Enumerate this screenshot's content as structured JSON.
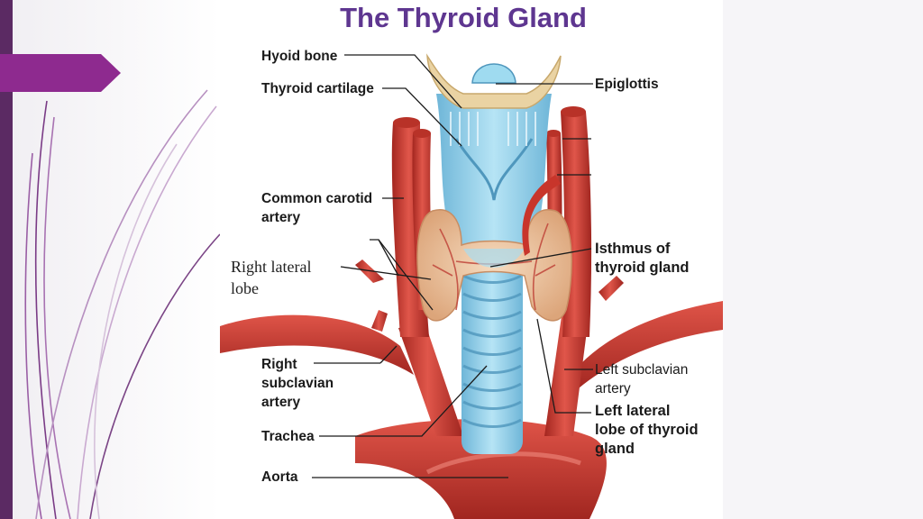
{
  "title": "The Thyroid Gland",
  "labels": {
    "hyoid_bone": "Hyoid bone",
    "thyroid_cartilage": "Thyroid cartilage",
    "common_carotid": [
      "Common carotid",
      "artery"
    ],
    "right_lateral_lobe": [
      "Right lateral",
      "lobe"
    ],
    "right_subclavian": [
      "Right",
      "subclavian",
      "artery"
    ],
    "trachea": "Trachea",
    "aorta": "Aorta",
    "epiglottis": "Epiglottis",
    "isthmus": [
      "Isthmus of",
      "thyroid gland"
    ],
    "left_subclavian": [
      "Left subclavian",
      "artery"
    ],
    "left_lateral_lobe": [
      "Left lateral",
      "lobe of thyroid",
      "gland"
    ]
  },
  "colors": {
    "title": "#5e3690",
    "accent_purple": "#8e2a8f",
    "dark_purple": "#5b2a63",
    "artery_red": "#c8352b",
    "trachea_blue": "#8fd0ea",
    "thyroid_tan": "#eec9a4",
    "bone_beige": "#e8cf9a"
  }
}
